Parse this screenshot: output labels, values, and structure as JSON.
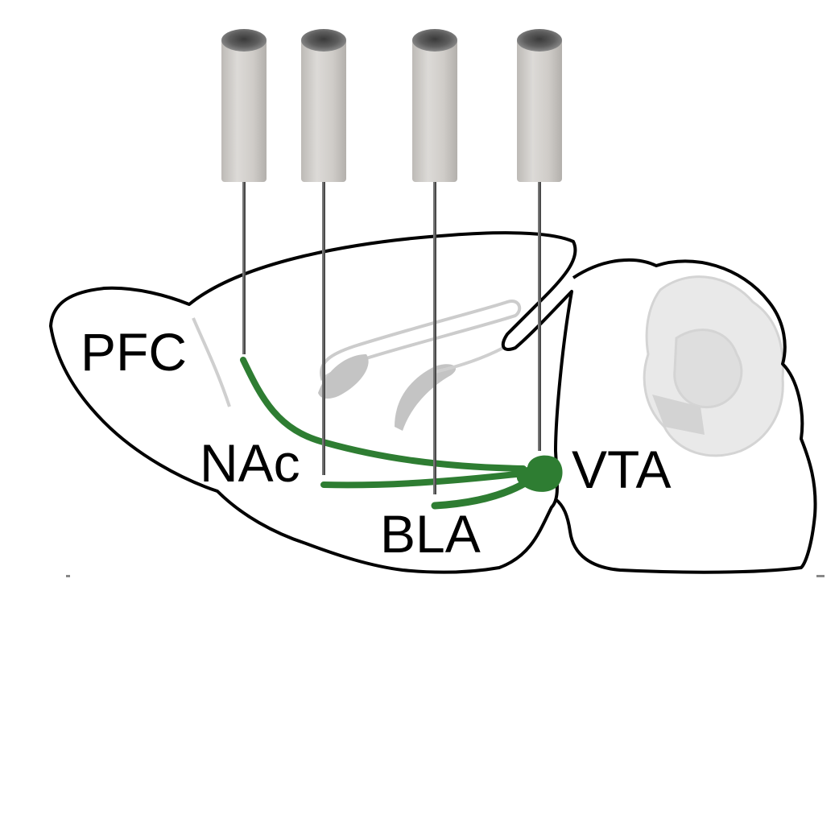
{
  "labels": {
    "pfc": "PFC",
    "nac": "NAc",
    "bla": "BLA",
    "vta": "VTA"
  },
  "colors": {
    "projection": "#2e7d32",
    "outline": "#000000",
    "probe_body": "#cfcdca",
    "probe_cap": "#555555",
    "internal": "#c8c8c8"
  }
}
